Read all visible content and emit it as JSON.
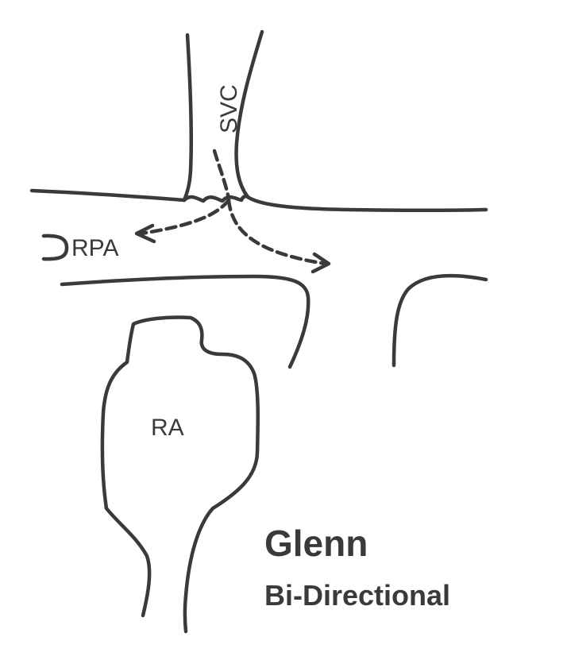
{
  "labels": {
    "svc": "SVC",
    "rpa": "RPA",
    "ra": "RA"
  },
  "caption": {
    "title": "Glenn",
    "subtitle": "Bi-Directional"
  },
  "colors": {
    "ink": "#3a3a3a",
    "background": "#ffffff"
  }
}
